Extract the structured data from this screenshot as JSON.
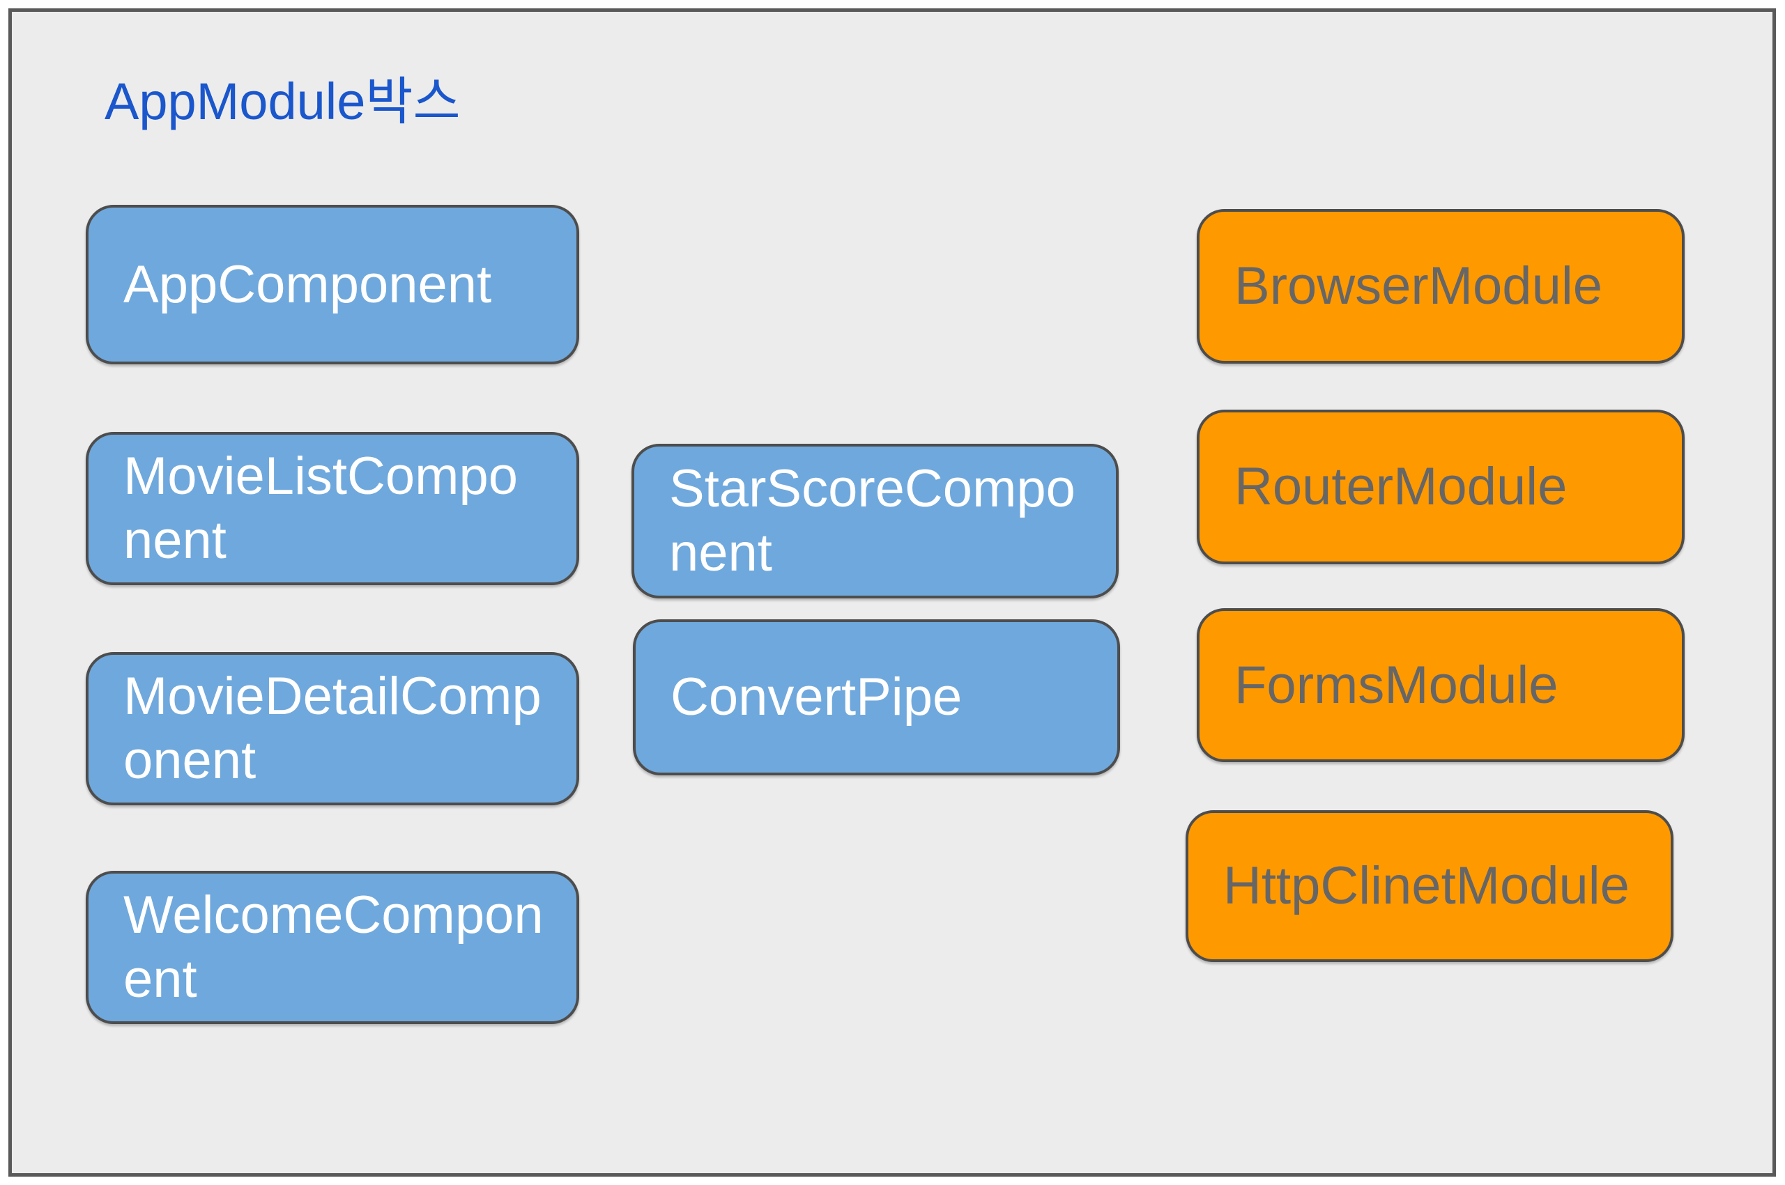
{
  "title": "AppModule박스",
  "colors": {
    "background": "#ececec",
    "frame_border": "#595959",
    "box_border": "#4d4d4d",
    "title_color": "#1a56cc",
    "component_fill": "#6fa8dc",
    "component_text": "#ffffff",
    "module_fill": "#ff9900",
    "module_text": "#666666"
  },
  "boxes": {
    "app_component": {
      "label": "AppComponent",
      "type": "component"
    },
    "movie_list_component": {
      "label": "MovieListCompo\nnent",
      "type": "component"
    },
    "movie_detail_component": {
      "label": "MovieDetailComp\nonent",
      "type": "component"
    },
    "welcome_component": {
      "label": "WelcomeCompon\nent",
      "type": "component"
    },
    "star_score_component": {
      "label": "StarScoreCompo\nnent",
      "type": "component"
    },
    "convert_pipe": {
      "label": "ConvertPipe",
      "type": "component"
    },
    "browser_module": {
      "label": "BrowserModule",
      "type": "module"
    },
    "router_module": {
      "label": "RouterModule",
      "type": "module"
    },
    "forms_module": {
      "label": "FormsModule",
      "type": "module"
    },
    "http_clinet_module": {
      "label": "HttpClinetModule",
      "type": "module"
    }
  }
}
